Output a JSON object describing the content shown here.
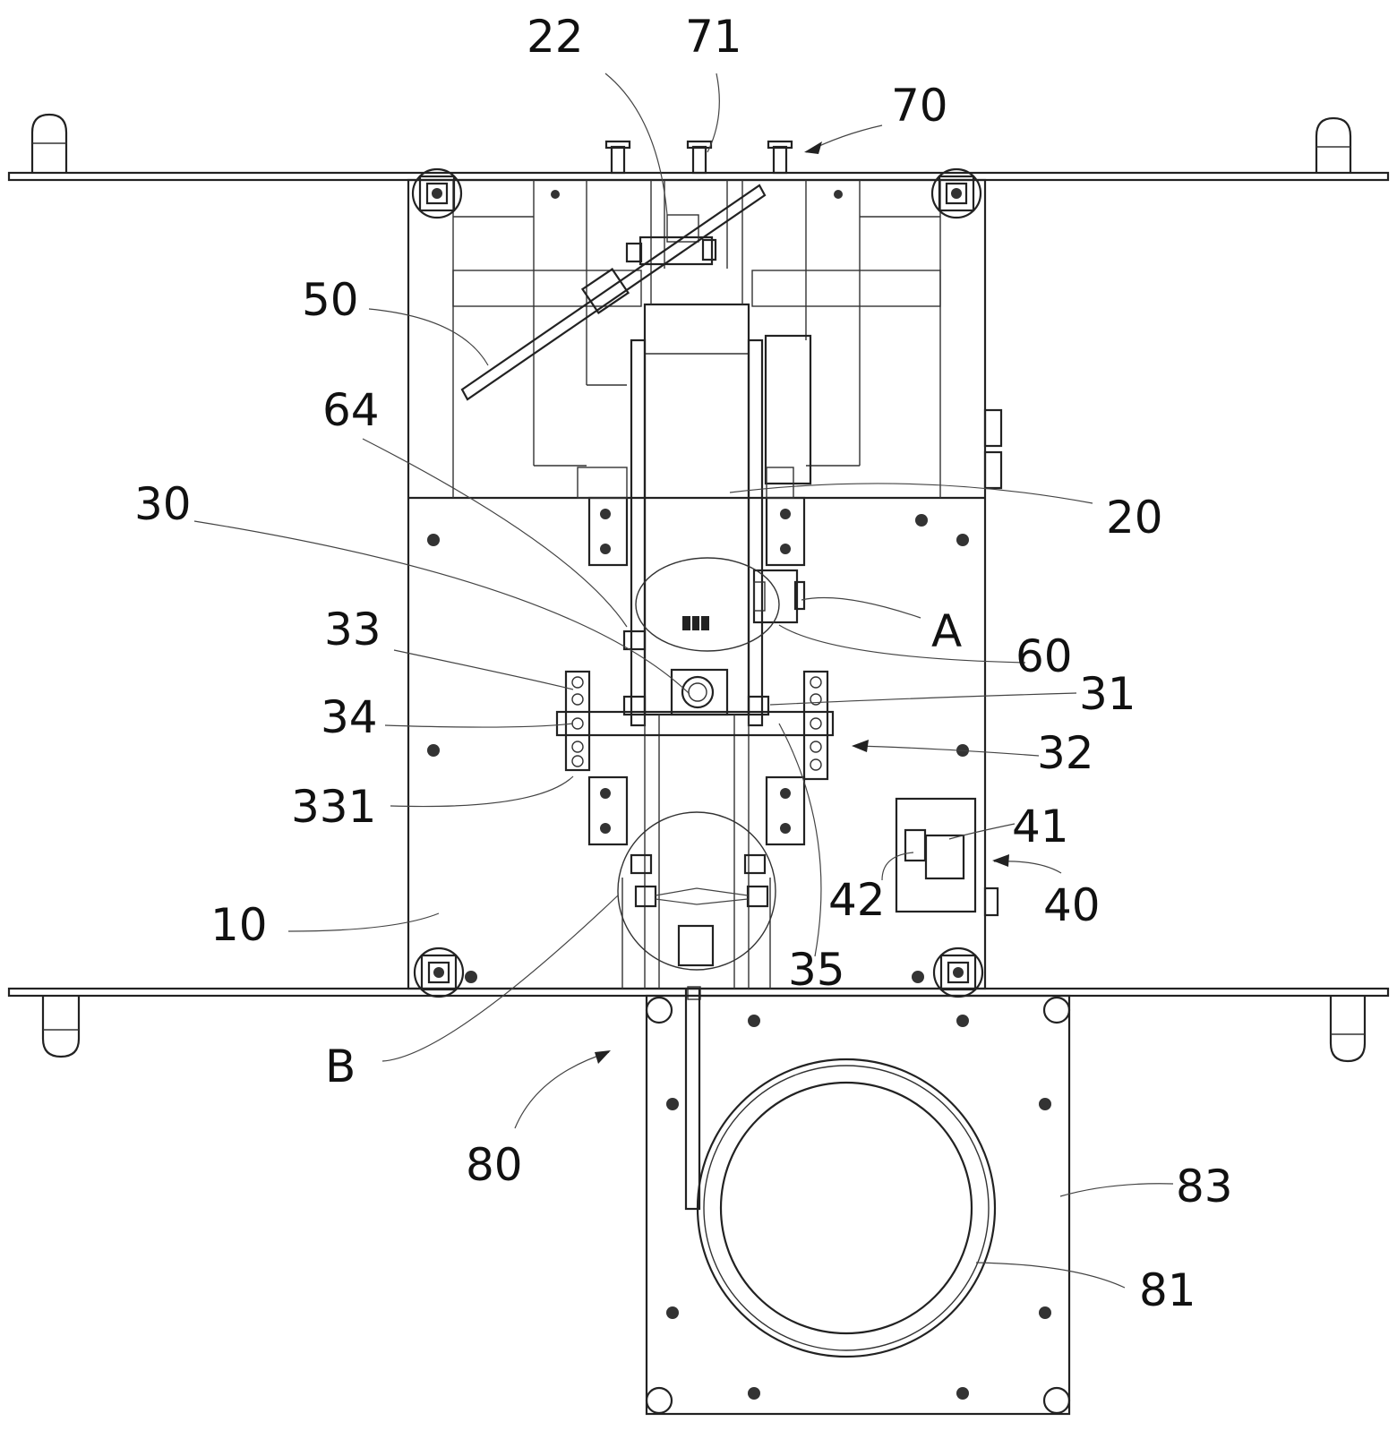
{
  "labels": {
    "l22": "22",
    "l71": "71",
    "l70": "70",
    "l50": "50",
    "l64": "64",
    "l20": "20",
    "l30": "30",
    "lA": "A",
    "l60": "60",
    "l33": "33",
    "l31": "31",
    "l34": "34",
    "l32": "32",
    "l331": "331",
    "l41": "41",
    "l42": "42",
    "l40": "40",
    "l10": "10",
    "l35": "35",
    "lB": "B",
    "l80": "80",
    "l83": "83",
    "l81": "81"
  }
}
